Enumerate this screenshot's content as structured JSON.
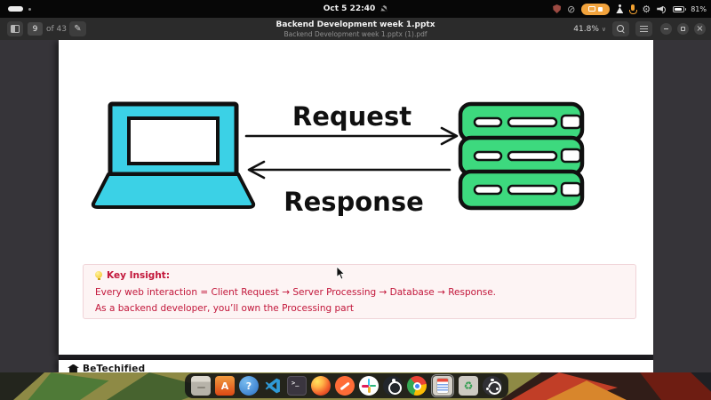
{
  "top_bar": {
    "datetime": "Oct 5 22:40",
    "battery_percent": "81%"
  },
  "toolbar": {
    "page_current": "9",
    "page_total_label": "of 43",
    "doc_title": "Backend Development week 1.pptx",
    "doc_subtitle": "Backend Development week 1.pptx (1).pdf",
    "zoom_level": "41.8%"
  },
  "slide": {
    "request_label": "Request",
    "response_label": "Response",
    "key_insight": {
      "heading": "Key Insight:",
      "line1": "Every web interaction = Client Request → Server Processing → Database → Response.",
      "line2": "As a backend developer, you’ll own the Processing part"
    }
  },
  "next_page": {
    "logo_text": "BeTechified"
  },
  "dock": {
    "apps": [
      "files",
      "app-center",
      "help",
      "vscode",
      "terminal",
      "firefox",
      "postman",
      "slack",
      "obs-studio",
      "chrome",
      "document-viewer",
      "trash-recycle",
      "ubuntu-desktop"
    ]
  },
  "icons": {
    "help_glyph": "?",
    "app_center_glyph": "A",
    "terminal_glyph": ">_",
    "recycle_glyph": "♻",
    "gear_glyph": "⚙",
    "dnd_glyph": "⊘",
    "chevron_down": "∨",
    "close_glyph": "×",
    "pencil_glyph": "✎"
  },
  "colors": {
    "laptop_cyan": "#3bd1e6",
    "server_green": "#3dd97e",
    "insight_text": "#c2163a",
    "insight_bg": "#fdf4f4",
    "insight_border": "#f0d4d8",
    "record_pill": "#f2a33c"
  }
}
